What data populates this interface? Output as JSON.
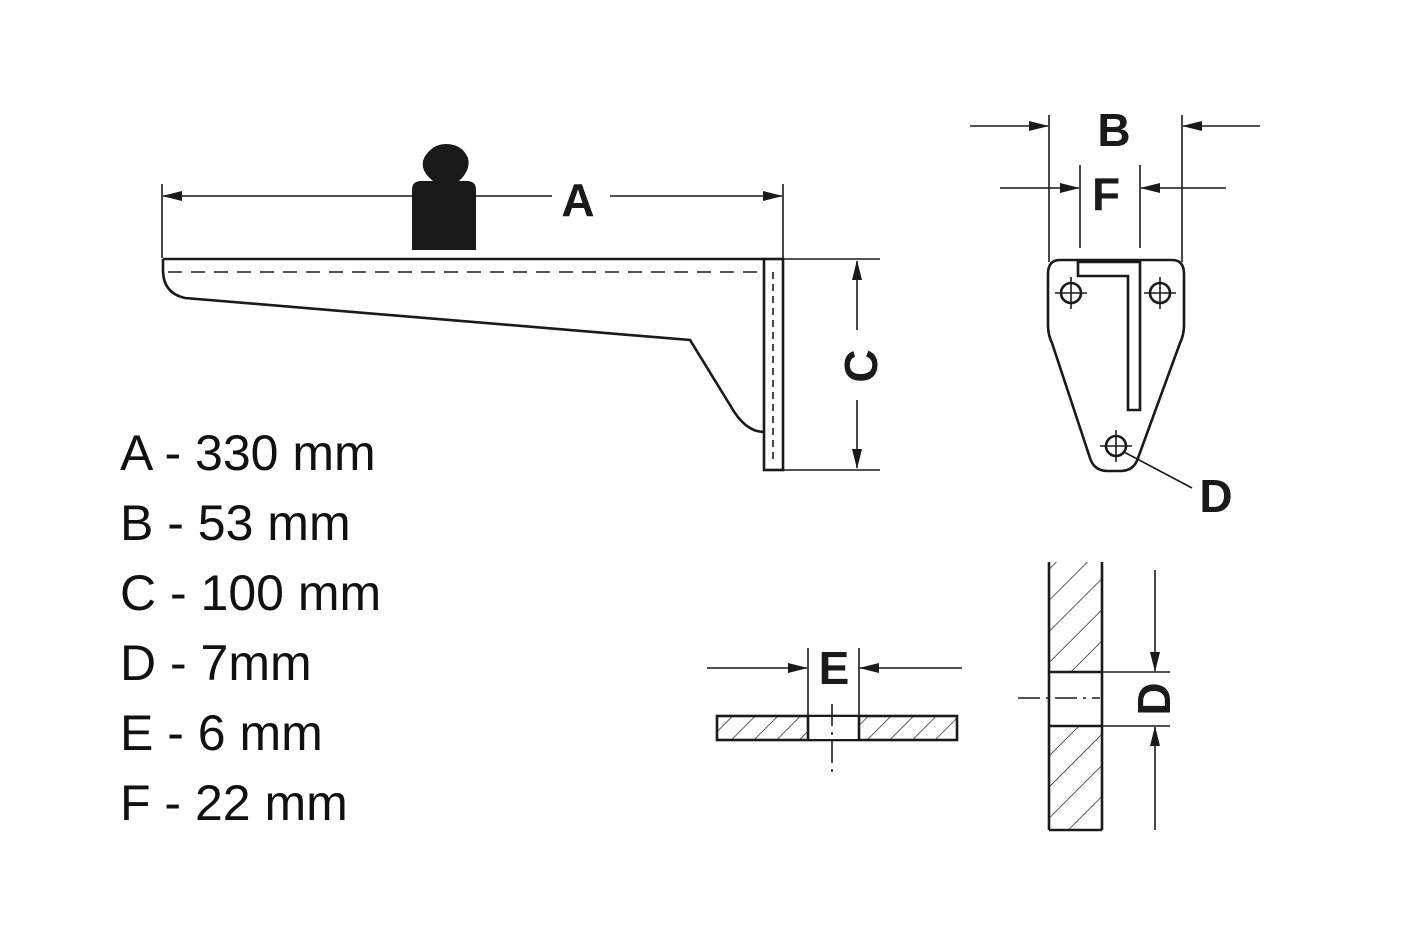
{
  "labels": {
    "a": "A",
    "b": "B",
    "c": "C",
    "d": "D",
    "e": "E",
    "f": "F"
  },
  "specs": [
    "A - 330 mm",
    "B - 53 mm",
    "C - 100 mm",
    "D - 7mm",
    "E - 6 mm",
    "F - 22 mm"
  ]
}
